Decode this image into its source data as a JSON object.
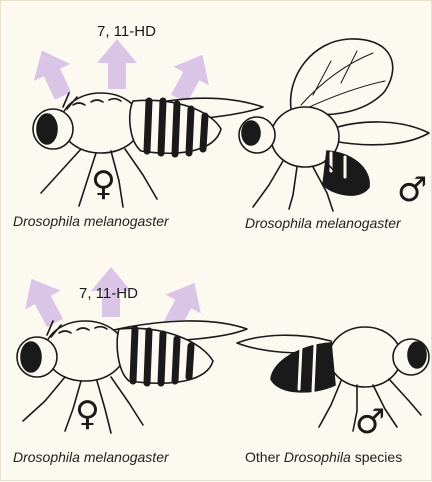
{
  "panels": [
    {
      "compound": "7, 11-HD",
      "female_symbol": "♀",
      "male_symbol": "♂",
      "left_caption": "Drosophila melanogaster",
      "right_caption": "Drosophila melanogaster"
    },
    {
      "compound": "7, 11-HD",
      "female_symbol": "♀",
      "male_symbol": "♂",
      "left_caption": "Drosophila melanogaster",
      "right_caption_prefix": "Other",
      "right_caption_italic": "Drosophila",
      "right_caption_suffix": "species"
    }
  ],
  "colors": {
    "pheromone_arrow": "#d9c3e6",
    "background": "#fcf9f0",
    "ink": "#1a1a1a"
  }
}
